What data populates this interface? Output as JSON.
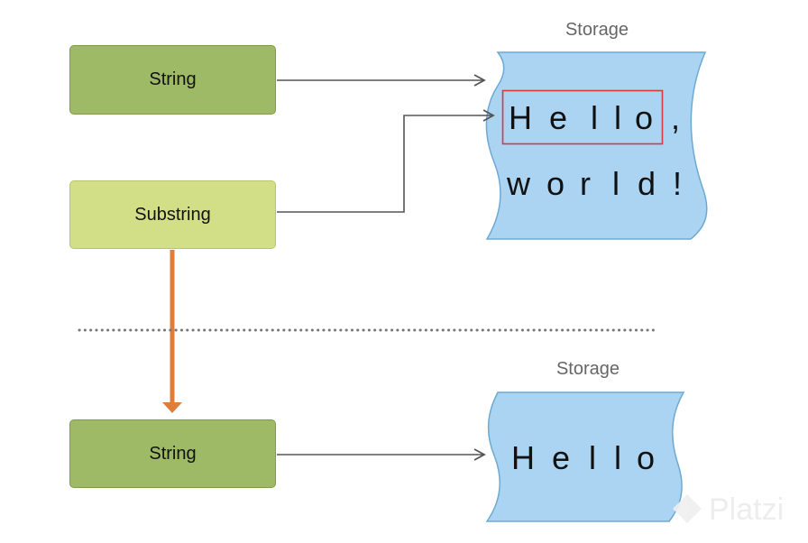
{
  "top": {
    "string_box": {
      "label": "String"
    },
    "substring_box": {
      "label": "Substring"
    },
    "storage": {
      "label": "Storage",
      "line1": [
        "H",
        "e",
        "l",
        "l",
        "o",
        ","
      ],
      "line2": [
        "w",
        "o",
        "r",
        "l",
        "d",
        "!"
      ]
    }
  },
  "bottom": {
    "string_box": {
      "label": "String"
    },
    "storage": {
      "label": "Storage",
      "line1": [
        "H",
        "e",
        "l",
        "l",
        "o"
      ]
    }
  },
  "watermark": {
    "text": "Platzi"
  },
  "colors": {
    "string_fill": "#9fba67",
    "substring_fill": "#d2df87",
    "storage_fill": "#aad4f1",
    "storage_stroke": "#6ea9d4",
    "arrow": "#555555",
    "convert_arrow": "#dd7e3b",
    "highlight": "#d63a3a",
    "divider": "#777777"
  }
}
